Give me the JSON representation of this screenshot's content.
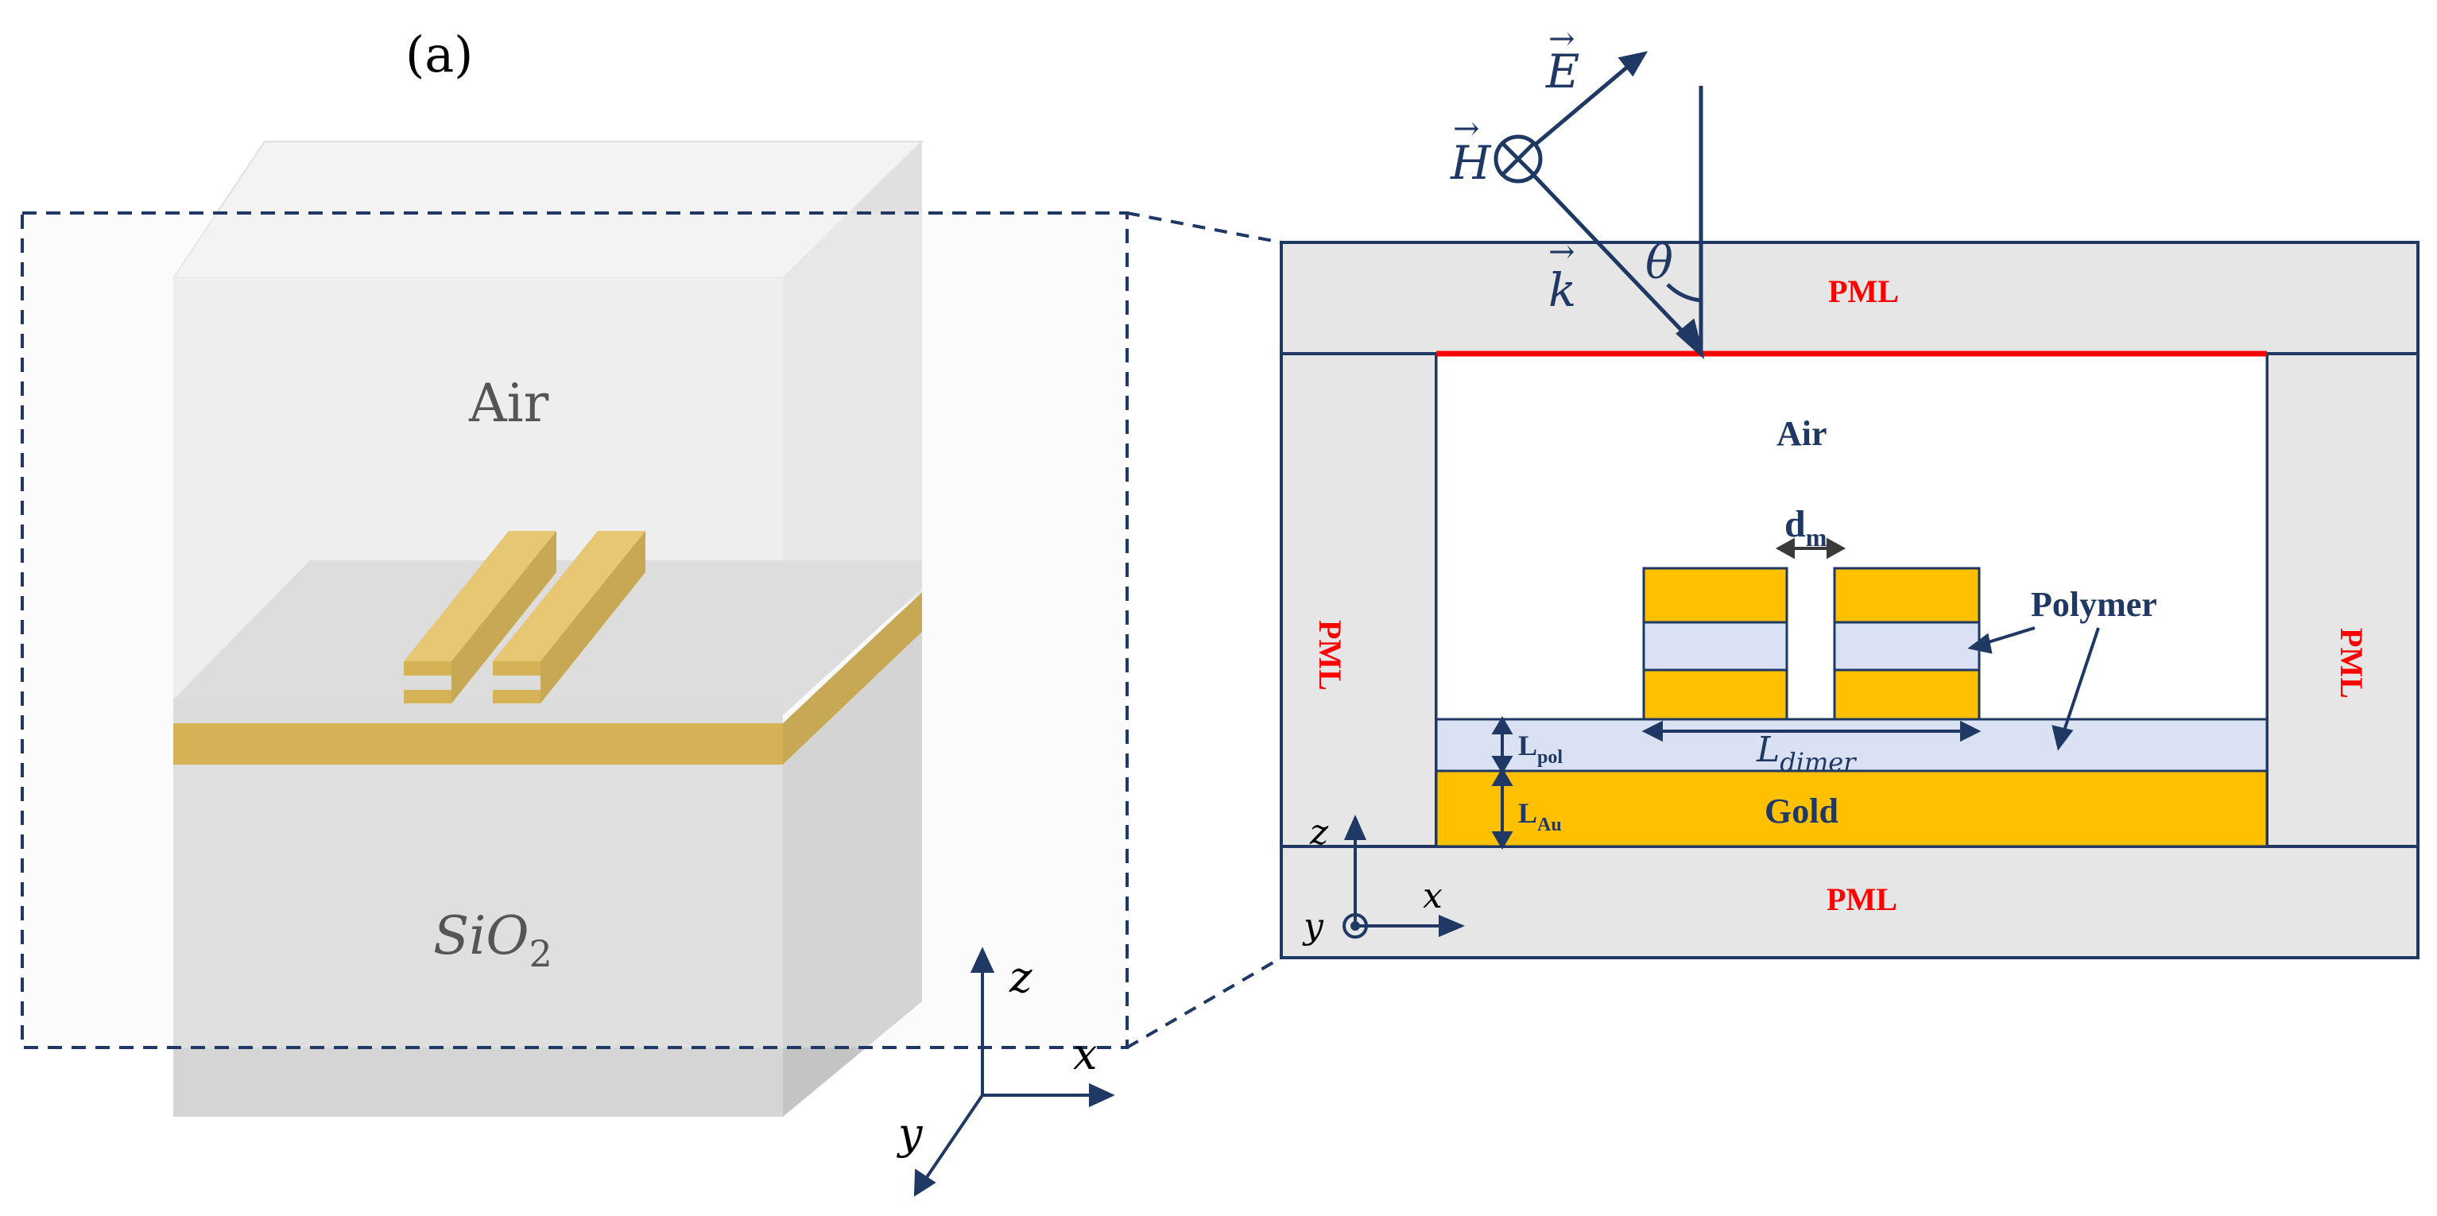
{
  "panel_label": "(a)",
  "left": {
    "air": "Air",
    "substrate_base": "SiO",
    "substrate_sub": "2",
    "axes": {
      "z": "z",
      "x": "x",
      "y": "y"
    }
  },
  "right": {
    "pml_top": "PML",
    "pml_left": "PML",
    "pml_right": "PML",
    "pml_bottom": "PML",
    "air": "Air",
    "gold": "Gold",
    "polymer": "Polymer",
    "d_m": {
      "base": "d",
      "sub": "m"
    },
    "l_dimer": {
      "base": "L",
      "sub": "dimer"
    },
    "l_pol": {
      "base": "L",
      "sub": "pol"
    },
    "l_au": {
      "base": "L",
      "sub": "Au"
    },
    "field": {
      "E": "E",
      "H": "H",
      "k": "k",
      "theta": "θ"
    },
    "axes": {
      "z": "z",
      "x": "x",
      "y": "y"
    }
  },
  "colors": {
    "navy": "#1f3864",
    "gold": "#ffc000",
    "gold_3d": "#c49000",
    "polymer": "#d9e1f2",
    "pml_gray": "#e6e6e6",
    "pml_label": "#ff0000",
    "source_line": "#ff0000"
  }
}
